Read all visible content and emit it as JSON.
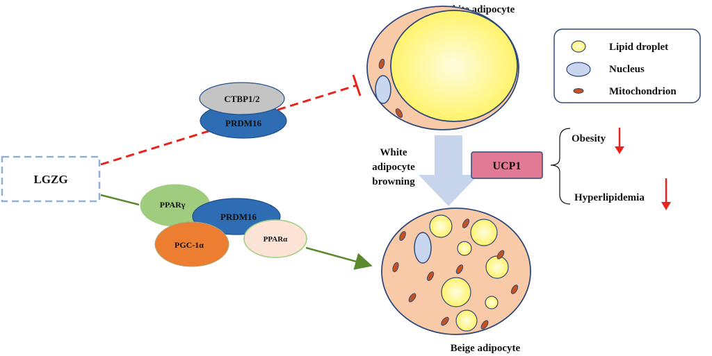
{
  "title_top": "White adipocyte",
  "title_bottom": "Beige adipocyte",
  "lgzg": "LGZG",
  "complex_top": {
    "upper": "CTBP1/2",
    "lower": "PRDM16"
  },
  "complex_bottom": {
    "ppar_gamma": "PPARγ",
    "prdm16": "PRDM16",
    "pgc1a": "PGC-1α",
    "ppar_alpha": "PPARα"
  },
  "browning": [
    "White",
    "adipocyte",
    "browning"
  ],
  "ucp1": "UCP1",
  "outcomes": {
    "obesity": "Obesity",
    "hyperlipidemia": "Hyperlipidemia"
  },
  "legend": {
    "lipid": "Lipid droplet",
    "nucleus": "Nucleus",
    "mito": "Mitochondrion"
  },
  "colors": {
    "cell_fill": "#f8caa8",
    "cell_stroke": "#2e4a7a",
    "lipid": "#fff36b",
    "nucleus": "#c9d6f0",
    "mito": "#c4521e",
    "inhibit": "#e8231c",
    "activate": "#5b8a2e",
    "ucp1": "#e17b95",
    "arrow_down": "#e8231c",
    "big_arrow": "#c6d4ec",
    "prdm16": "#2e6db3",
    "ctbp": "#c4c4c4",
    "ppar_gamma": "#9fcc7f",
    "pgc1a": "#ed7d31",
    "ppar_alpha": "#fbe3d5",
    "lgzg_border": "#8fb0d8"
  }
}
